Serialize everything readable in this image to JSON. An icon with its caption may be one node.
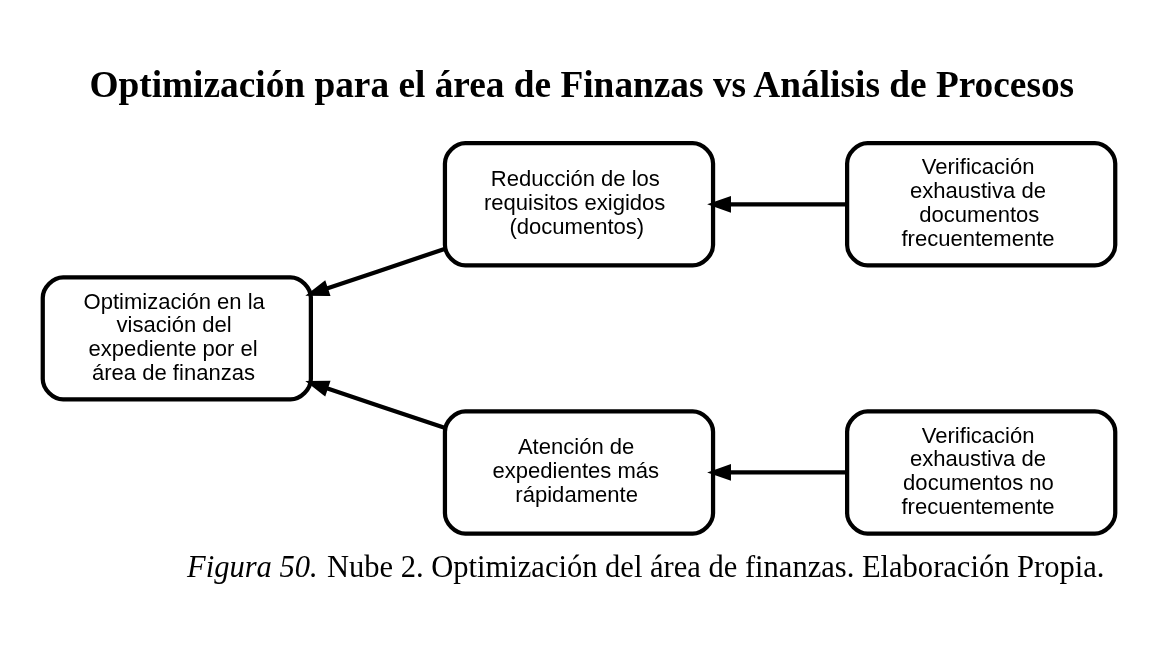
{
  "diagram": {
    "title": "Optimización para el área de Finanzas vs Análisis de Procesos",
    "caption": "*Figura 50.* Nube 2. Optimización del área de finanzas. Elaboración Propia.",
    "nodes": [
      {
        "text": [
          "Optimización en la visación del expediente por el área de finanzas"
        ]
      },
      {
        "text": [
          "Reducción de los requisitos exigidos (documentos)"
        ]
      },
      {
        "text": [
          "Verificación exhaustiva de documentos frecuentemente"
        ]
      },
      {
        "text": [
          "Atención de expedientes más rápidamente"
        ]
      },
      {
        "text": [
          "Verificación exhaustiva de documentos no frecuentemente"
        ]
      }
    ],
    "edges": [
      {
        "from": 1,
        "to": 0,
        "arrow": "to"
      },
      {
        "from": 2,
        "to": 1,
        "arrow": "to"
      },
      {
        "from": 3,
        "to": 0,
        "arrow": "to"
      },
      {
        "from": 4,
        "to": 3,
        "arrow": "to"
      }
    ]
  }
}
